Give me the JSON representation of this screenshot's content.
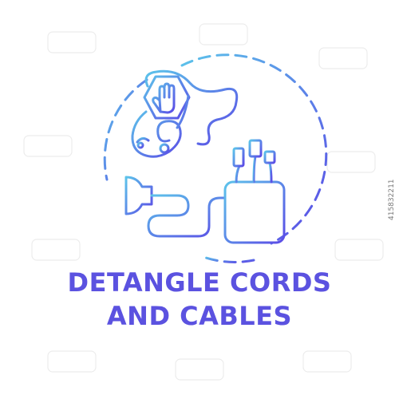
{
  "caption": {
    "line1": "DETANGLE CORDS",
    "line2": "AND CABLES"
  },
  "stock_id": "415832211",
  "colors": {
    "gradient_start": "#5cc3ea",
    "gradient_end": "#5b4be6",
    "caption": "#5b52e0",
    "background": "#ffffff"
  },
  "icons": [
    "hand-stop-icon",
    "tangled-cord-icon",
    "electric-plug-icon",
    "cable-organizer-icon",
    "dashed-circle-frame"
  ]
}
